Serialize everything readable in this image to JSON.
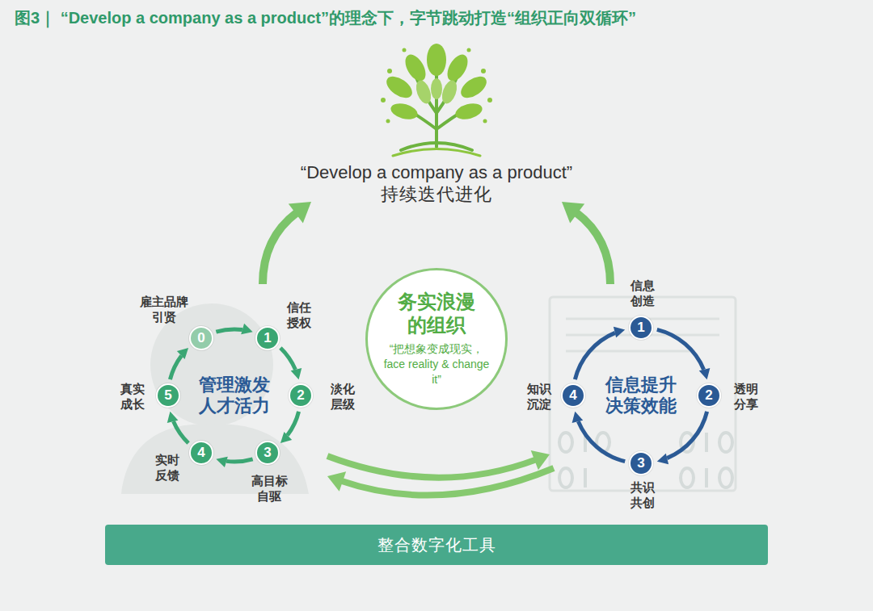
{
  "diagram": {
    "title": "图3｜ “Develop a company as a product”的理念下，字节跳动打造“组织正向双循环”",
    "nodes": [
      {
        "text": [
          "“Develop a company as a product”",
          "持续迭代进化"
        ]
      },
      {
        "text": [
          "务实浪漫的组织",
          "“把想象变成现实，face reality & change it”"
        ]
      },
      {
        "text": [
          "管理激发人才活力"
        ]
      },
      {
        "text": [
          "0",
          "雇主品牌引贤"
        ]
      },
      {
        "text": [
          "1",
          "信任授权"
        ]
      },
      {
        "text": [
          "2",
          "淡化层级"
        ]
      },
      {
        "text": [
          "3",
          "高目标自驱"
        ]
      },
      {
        "text": [
          "4",
          "实时反馈"
        ]
      },
      {
        "text": [
          "5",
          "真实成长"
        ]
      },
      {
        "text": [
          "信息提升决策效能"
        ]
      },
      {
        "text": [
          "1",
          "信息创造"
        ]
      },
      {
        "text": [
          "2",
          "透明分享"
        ]
      },
      {
        "text": [
          "3",
          "共识共创"
        ]
      },
      {
        "text": [
          "4",
          "知识沉淀"
        ]
      },
      {
        "text": [
          "整合数字化工具"
        ]
      }
    ],
    "edges": [
      {
        "from": 3,
        "to": 4,
        "arrow": "to"
      },
      {
        "from": 4,
        "to": 5,
        "arrow": "to"
      },
      {
        "from": 5,
        "to": 6,
        "arrow": "to"
      },
      {
        "from": 6,
        "to": 7,
        "arrow": "to"
      },
      {
        "from": 7,
        "to": 8,
        "arrow": "to"
      },
      {
        "from": 8,
        "to": 3,
        "arrow": "to"
      },
      {
        "from": 10,
        "to": 11,
        "arrow": "to"
      },
      {
        "from": 11,
        "to": 12,
        "arrow": "to"
      },
      {
        "from": 12,
        "to": 13,
        "arrow": "to"
      },
      {
        "from": 13,
        "to": 10,
        "arrow": "to"
      },
      {
        "from": 2,
        "to": 0,
        "arrow": "to"
      },
      {
        "from": 9,
        "to": 0,
        "arrow": "to"
      },
      {
        "from": 2,
        "to": 9,
        "arrow": "to"
      },
      {
        "from": 9,
        "to": 2,
        "arrow": "to"
      }
    ]
  }
}
